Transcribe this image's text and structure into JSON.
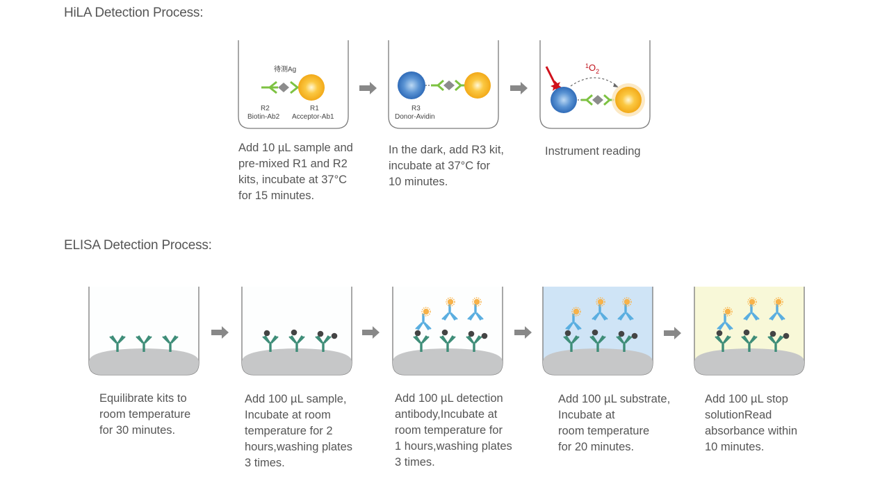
{
  "hila": {
    "title": "HiLA Detection Process:",
    "tube1": {
      "ag_label": "待测Ag",
      "r2_label": "R2",
      "r2_sub": "Biotin-Ab2",
      "r1_label": "R1",
      "r1_sub": "Acceptor-Ab1"
    },
    "tube2": {
      "r3_label": "R3",
      "r3_sub": "Donor-Avidin"
    },
    "tube3": {
      "singlet_sup": "1",
      "singlet_main": "O",
      "singlet_sub": "2"
    },
    "steps": [
      "Add 10 µL sample and\npre-mixed R1 and R2\nkits, incubate at 37°C\nfor 15 minutes.",
      "In the dark, add R3 kit,\nincubate at 37°C for\n10 minutes.",
      "Instrument reading"
    ]
  },
  "elisa": {
    "title": "ELISA Detection Process:",
    "steps": [
      "Equilibrate kits to\nroom temperature\nfor 30 minutes.",
      "Add 100 µL sample,\nIncubate at room\ntemperature for 2\nhours,washing plates\n3 times.",
      "Add 100 µL detection\nantibody,Incubate at\nroom temperature for\n1 hours,washing plates\n3 times.",
      "Add 100 µL substrate,\nIncubate at\nroom temperature\nfor 20 minutes.",
      "Add 100 µL stop\nsolutionRead\nabsorbance within\n10 minutes."
    ]
  },
  "colors": {
    "tube_outline": "#7a7a7a",
    "arrow": "#888888",
    "donor_blue": "#3f7fc6",
    "acceptor_orange": "#f2a918",
    "antibody_green": "#7dc242",
    "antigen_gray": "#8c8c8c",
    "laser_red": "#d0111b",
    "capture_ab_teal": "#3e8d78",
    "detection_ab_blue": "#5aaee0",
    "enzyme_orange": "#f7b24a",
    "plate_gray": "#c6c7c8",
    "substrate_blue": "#cfe4f6",
    "stop_yellow": "#f8f8d8"
  }
}
